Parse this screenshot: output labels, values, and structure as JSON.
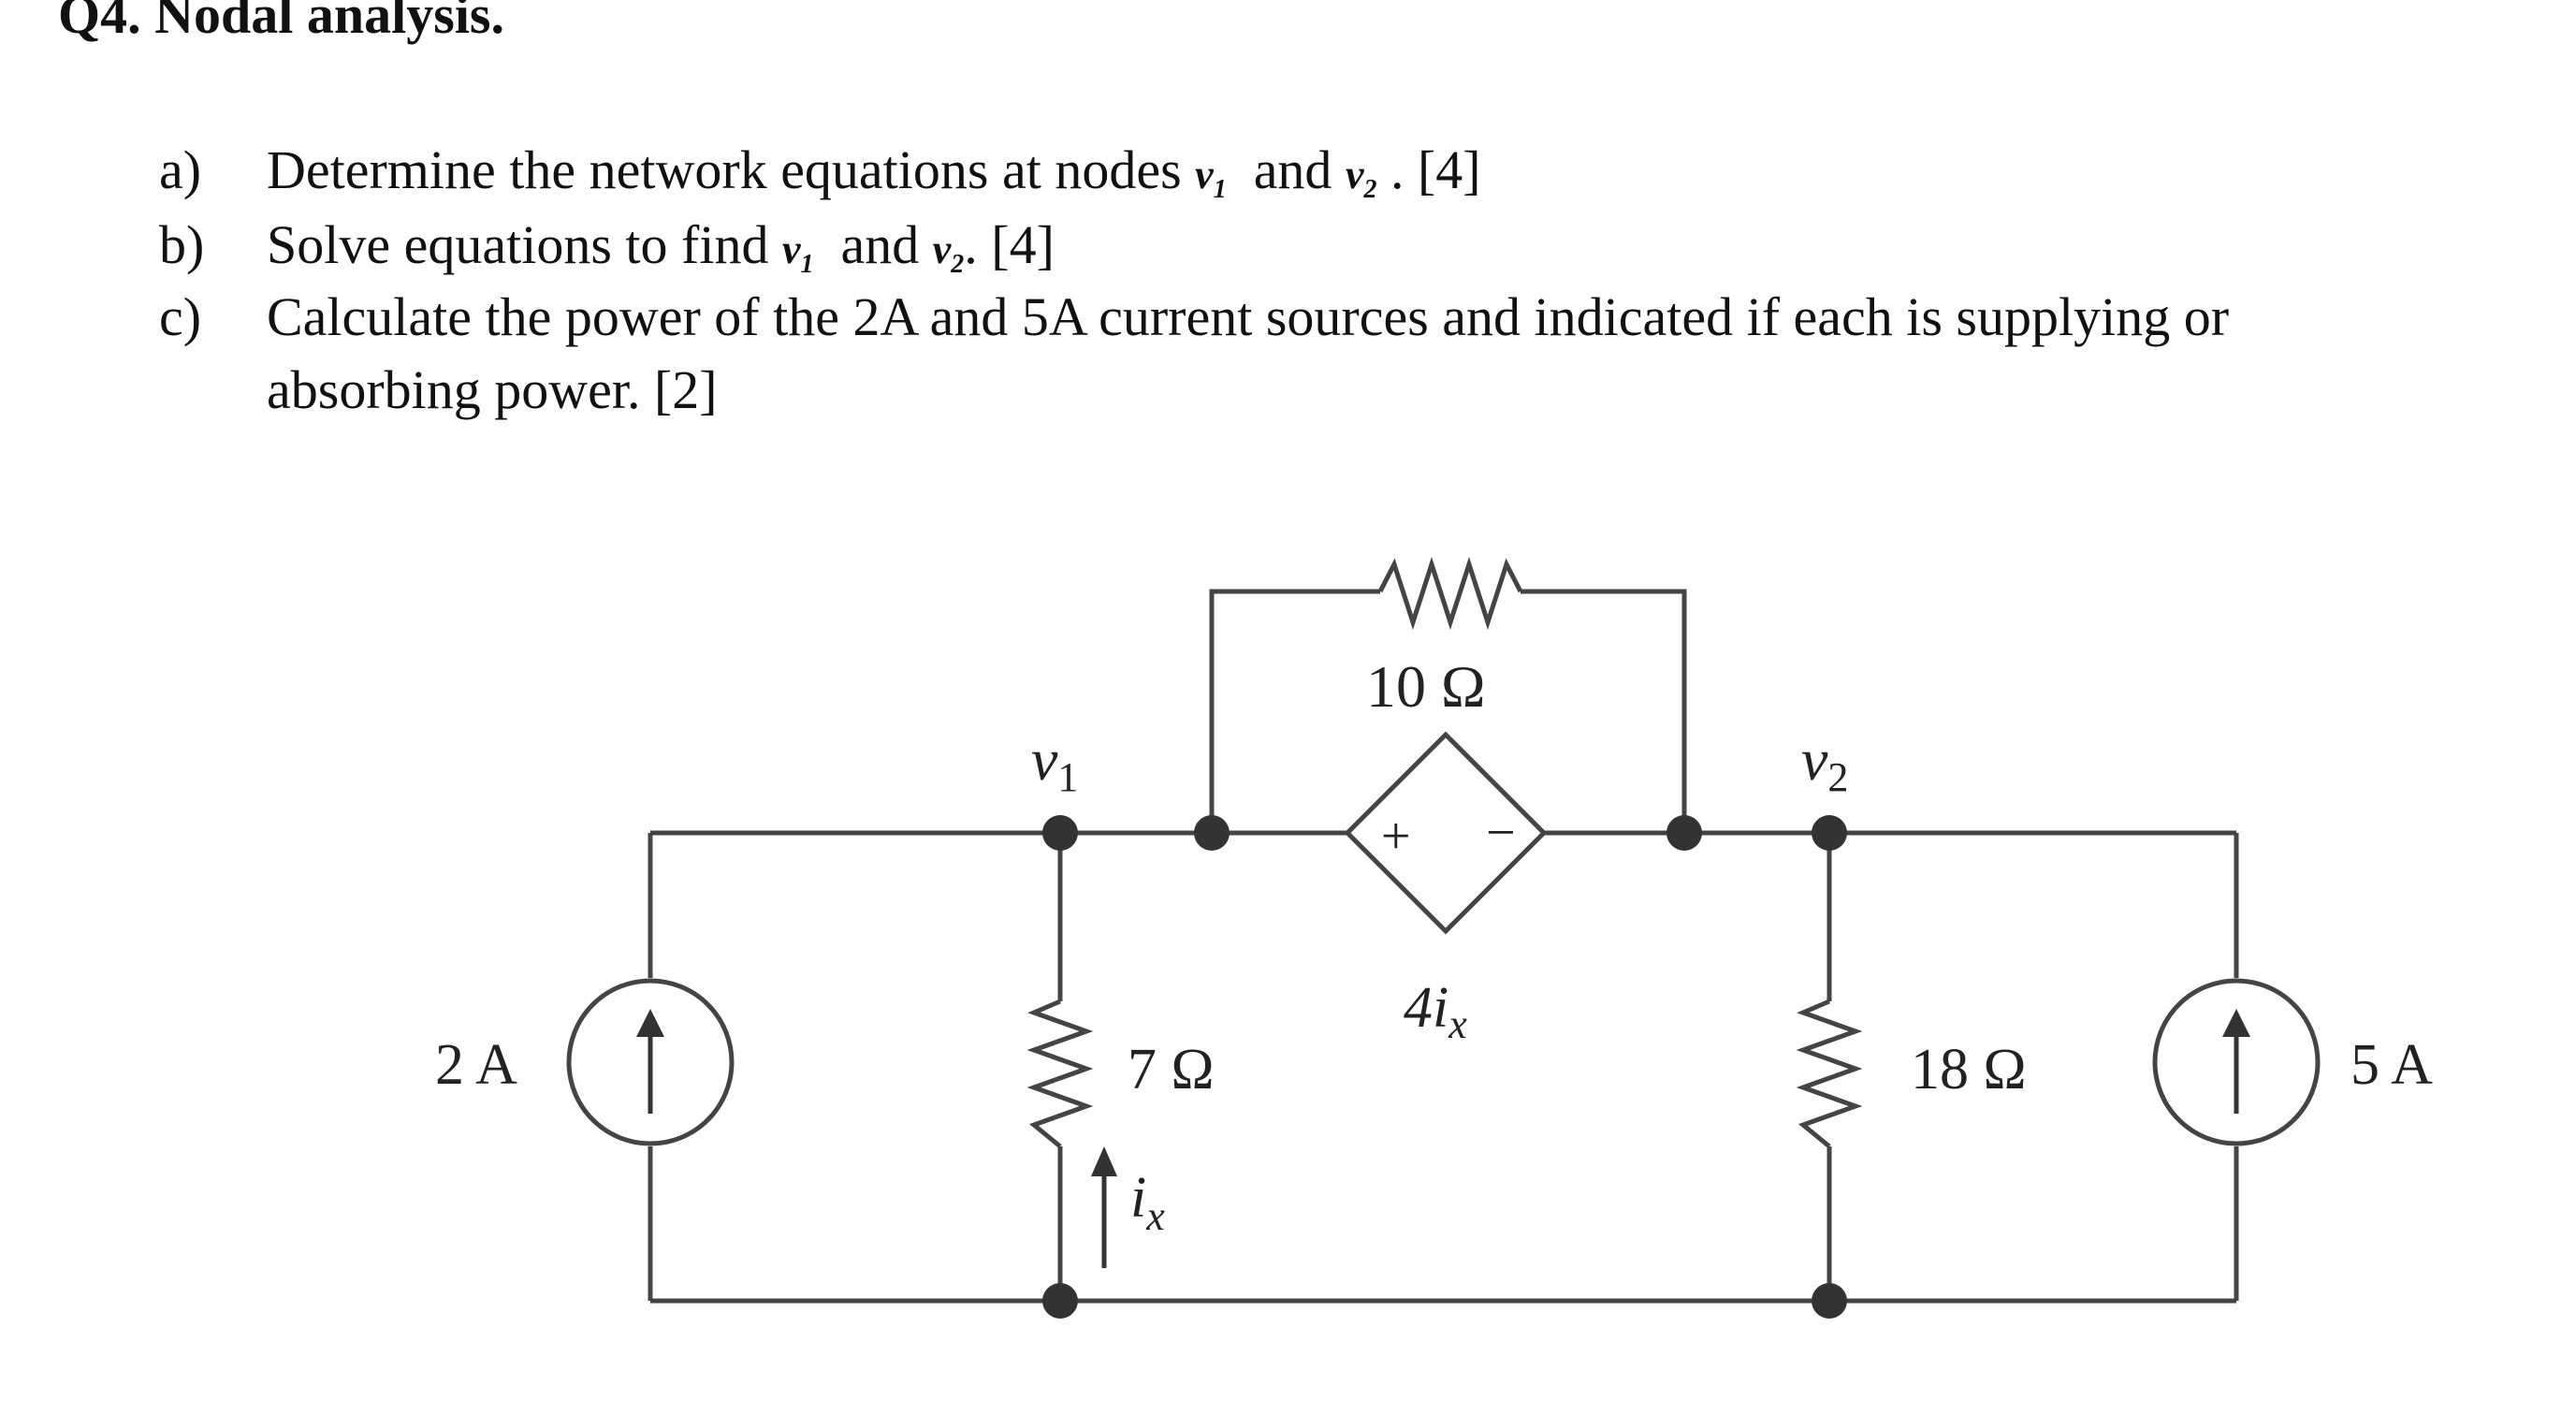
{
  "title": "Q4. Nodal analysis.",
  "questions": {
    "a": {
      "letter": "a)",
      "pre": "Determine the network equations at nodes ",
      "v1": "v",
      "s1": "1",
      "mid": "  and ",
      "v2": "v",
      "s2": "2",
      "post": " . [4]"
    },
    "b": {
      "letter": "b)",
      "pre": "Solve equations to find ",
      "v1": "v",
      "s1": "1",
      "mid": "  and ",
      "v2": "v",
      "s2": "2",
      "post": ". [4]"
    },
    "c": {
      "letter": "c)",
      "line1": "Calculate the power of the 2A and 5A current sources and indicated if each is supplying or",
      "line2": "absorbing power. [2]"
    }
  },
  "circuit": {
    "source_left_label": "2 A",
    "source_right_label": "5 A",
    "r7_label": "7 Ω",
    "r10_label": "10 Ω",
    "r18_label": "18 Ω",
    "dep_source_label": "4i",
    "dep_source_sub": "x",
    "node1_label": "v",
    "node1_sub": "1",
    "node2_label": "v",
    "node2_sub": "2",
    "ix_label": "i",
    "ix_sub": "x",
    "plus": "+",
    "minus": "−"
  }
}
